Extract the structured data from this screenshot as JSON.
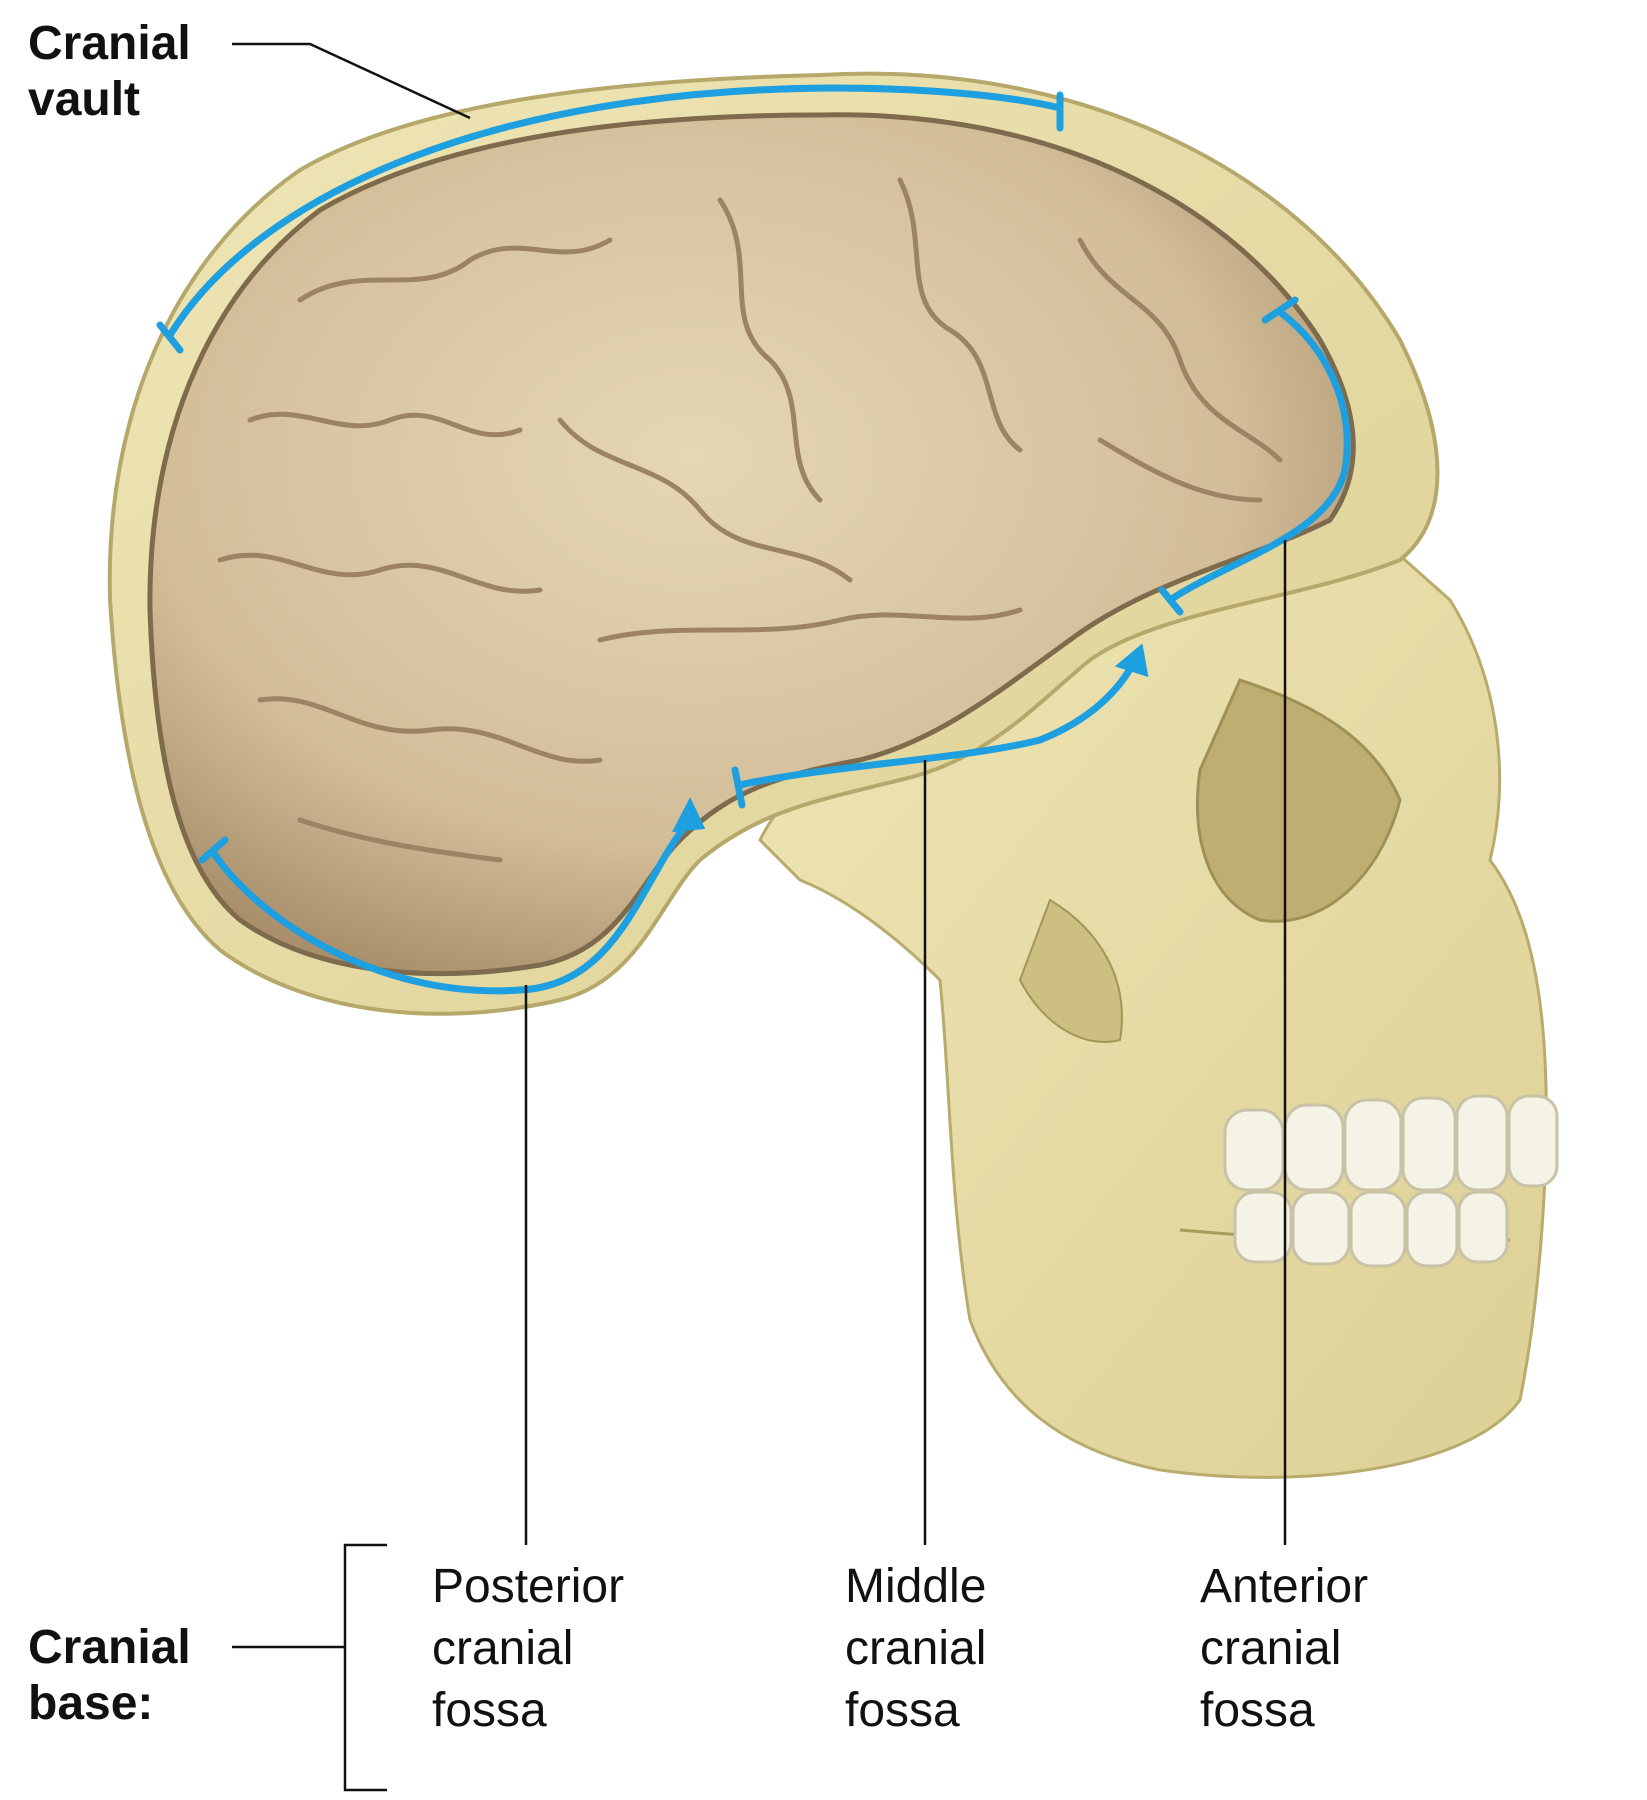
{
  "labels": {
    "cranial_vault": [
      "Cranial",
      "vault"
    ],
    "cranial_base": [
      "Cranial",
      "base:"
    ],
    "posterior": [
      "Posterior",
      "cranial",
      "fossa"
    ],
    "middle": [
      "Middle",
      "cranial",
      "fossa"
    ],
    "anterior": [
      "Anterior",
      "cranial",
      "fossa"
    ]
  },
  "colors": {
    "bone": "#e9dfa8",
    "bone_edge": "#cbbf7e",
    "diploe": "#d8cc96",
    "brain": "#d6c3a0",
    "brain_shadow": "#8c7658",
    "tooth": "#f4f1e4",
    "marker": "#1e9fe0",
    "leader": "#111111"
  }
}
